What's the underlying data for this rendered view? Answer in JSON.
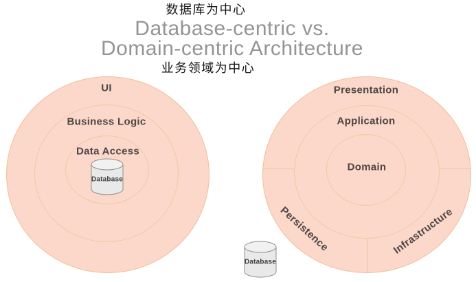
{
  "header": {
    "annotation_top": "数据库为中心",
    "title_line1": "Database-centric vs.",
    "title_line2": "Domain-centric Architecture",
    "annotation_bottom": "业务领域为中心"
  },
  "database_centric": {
    "layer_outer": "UI",
    "layer_middle": "Business Logic",
    "layer_inner": "Data Access",
    "database_label": "Database"
  },
  "domain_centric": {
    "layer_outer": "Presentation",
    "layer_middle": "Application",
    "layer_inner": "Domain",
    "segment_left": "Persistence",
    "segment_right": "Infrastructure",
    "database_label": "Database"
  },
  "colors": {
    "ring_fill": "#fbd8ca",
    "ring_stroke": "#f2bd9a",
    "inner_ring_stroke": "#f6c6a4",
    "layer_text": "#4e4545",
    "title_text": "#949494",
    "annotation_text": "#161616",
    "cylinder_fill": "#e9e9e9",
    "cylinder_top_fill": "#f1f1f1",
    "cylinder_stroke": "#8f8f8f",
    "background": "#ffffff"
  }
}
